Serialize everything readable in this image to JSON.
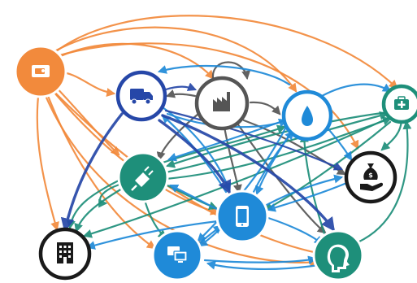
{
  "colors": {
    "orange": "#f28a3c",
    "dark_blue": "#2647a8",
    "blue": "#1f8ad8",
    "teal": "#1e8f7a",
    "gray": "#555555",
    "black": "#1a1a1a"
  },
  "nodes": [
    {
      "id": "hand-wallet",
      "icon": "hand-wallet-icon",
      "color": "orange"
    },
    {
      "id": "transport",
      "icon": "truck-icon",
      "color": "dark_blue"
    },
    {
      "id": "industry",
      "icon": "factory-icon",
      "color": "gray"
    },
    {
      "id": "water",
      "icon": "water-drop-icon",
      "color": "blue"
    },
    {
      "id": "health",
      "icon": "first-aid-kit-icon",
      "color": "teal"
    },
    {
      "id": "energy",
      "icon": "power-plug-icon",
      "color": "teal"
    },
    {
      "id": "finance",
      "icon": "money-bag-hand-icon",
      "color": "black"
    },
    {
      "id": "communication",
      "icon": "smartphone-icon",
      "color": "blue"
    },
    {
      "id": "buildings",
      "icon": "office-building-icon",
      "color": "black"
    },
    {
      "id": "it-systems",
      "icon": "computer-network-icon",
      "color": "blue"
    },
    {
      "id": "people",
      "icon": "human-head-icon",
      "color": "teal"
    }
  ]
}
